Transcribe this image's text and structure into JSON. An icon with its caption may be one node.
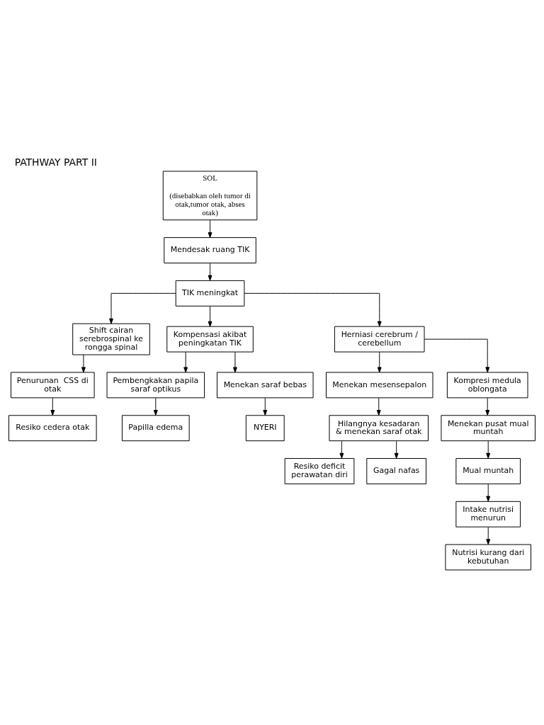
{
  "diagram": {
    "title": "PATHWAY PART II",
    "nodes": [
      {
        "text": [
          "SOL",
          "(disebabkan oleh tumor di otak,tumor otak, abses otak)"
        ]
      },
      {
        "text": [
          "Mendesak ruang TIK"
        ]
      },
      {
        "text": [
          "TIK meningkat"
        ]
      },
      {
        "text": [
          "Shift cairan serebrospinal ke rongga spinal"
        ]
      },
      {
        "text": [
          "Kompensasi akibat peningkatan TIK"
        ]
      },
      {
        "text": [
          "Herniasi cerebrum / cerebellum"
        ]
      },
      {
        "text": [
          "Penurunan  CSS di otak"
        ]
      },
      {
        "text": [
          "Nutrisi kurang dari kebutuhan"
        ]
      },
      {
        "text": [
          "Pembengkakan papila saraf optikus"
        ]
      },
      {
        "text": [
          "Menekan saraf bebas"
        ]
      },
      {
        "text": [
          "Menekan mesensepalon"
        ]
      },
      {
        "text": [
          "Kompresi medula oblongata"
        ]
      },
      {
        "text": [
          "Intake nutrisi menurun"
        ]
      },
      {
        "text": [
          "Resiko cedera otak"
        ]
      },
      {
        "text": [
          "NYERI"
        ]
      },
      {
        "text": [
          "Hilangnya kesadaran & menekan saraf otak"
        ]
      },
      {
        "text": [
          "Menekan pusat mual muntah"
        ]
      },
      {
        "text": [
          "Mual muntah"
        ]
      },
      {
        "text": [
          "Papilla edema"
        ]
      },
      {
        "text": [
          "Resiko deficit perawatan diri"
        ]
      },
      {
        "text": [
          "Gagal nafas"
        ]
      }
    ],
    "edges": [
      {
        "from": 0,
        "to": 1,
        "arrow": "to"
      },
      {
        "from": 1,
        "to": 2,
        "arrow": "to"
      },
      {
        "from": 2,
        "to": 3,
        "arrow": "to"
      },
      {
        "from": 2,
        "to": 4,
        "arrow": "to"
      },
      {
        "from": 2,
        "to": 5,
        "arrow": "to"
      },
      {
        "from": 3,
        "to": 6,
        "arrow": "to"
      },
      {
        "from": 6,
        "to": 13,
        "arrow": "to"
      },
      {
        "from": 4,
        "to": 8,
        "arrow": "to"
      },
      {
        "from": 4,
        "to": 9,
        "arrow": "to"
      },
      {
        "from": 8,
        "to": 18,
        "arrow": "to"
      },
      {
        "from": 9,
        "to": 14,
        "arrow": "to"
      },
      {
        "from": 5,
        "to": 10,
        "arrow": "to"
      },
      {
        "from": 5,
        "to": 11,
        "arrow": "to"
      },
      {
        "from": 10,
        "to": 15,
        "arrow": "to"
      },
      {
        "from": 11,
        "to": 16,
        "arrow": "to"
      },
      {
        "from": 16,
        "to": 17,
        "arrow": "to"
      },
      {
        "from": 17,
        "to": 12,
        "arrow": "to"
      },
      {
        "from": 12,
        "to": 7,
        "arrow": "to"
      },
      {
        "from": 15,
        "to": 19,
        "arrow": "to"
      },
      {
        "from": 15,
        "to": 20,
        "arrow": "to"
      }
    ]
  }
}
